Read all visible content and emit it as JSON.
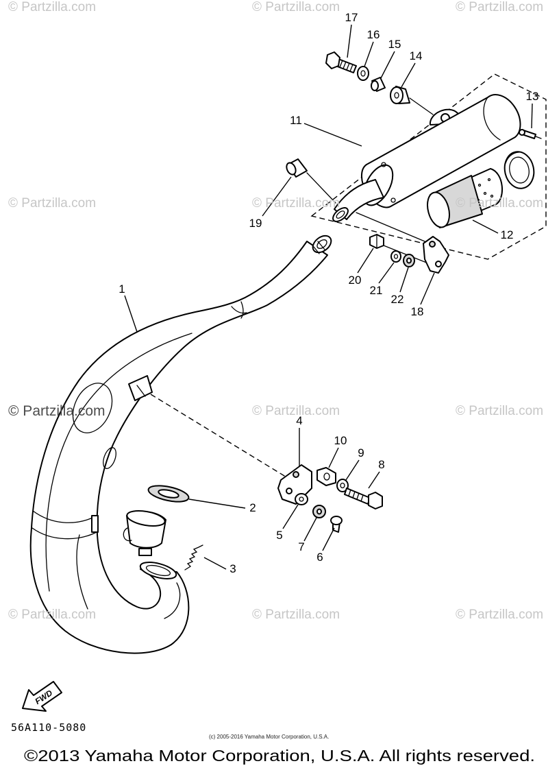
{
  "watermark": "© Partzilla.com",
  "callouts": {
    "part_1": "1",
    "part_2": "2",
    "part_3": "3",
    "part_4": "4",
    "part_5": "5",
    "part_6": "6",
    "part_7": "7",
    "part_8": "8",
    "part_9": "9",
    "part_10": "10",
    "part_11": "11",
    "part_12": "12",
    "part_13": "13",
    "part_14": "14",
    "part_15": "15",
    "part_16": "16",
    "part_17": "17",
    "part_18": "18",
    "part_19": "19",
    "part_20": "20",
    "part_21": "21",
    "part_22": "22"
  },
  "fwd_arrow": {
    "label": "FWD",
    "icon": "forward-arrow-icon"
  },
  "diagram_code": "56A110-5080",
  "footer": {
    "small_notice": "(c) 2005-2016 Yamaha Motor Corporation, U.S.A.",
    "copyright": "©2013 Yamaha Motor Corporation, U.S.A. All rights reserved."
  },
  "colors": {
    "line": "#000000",
    "watermark": "#c6c6c6",
    "background": "#ffffff"
  }
}
